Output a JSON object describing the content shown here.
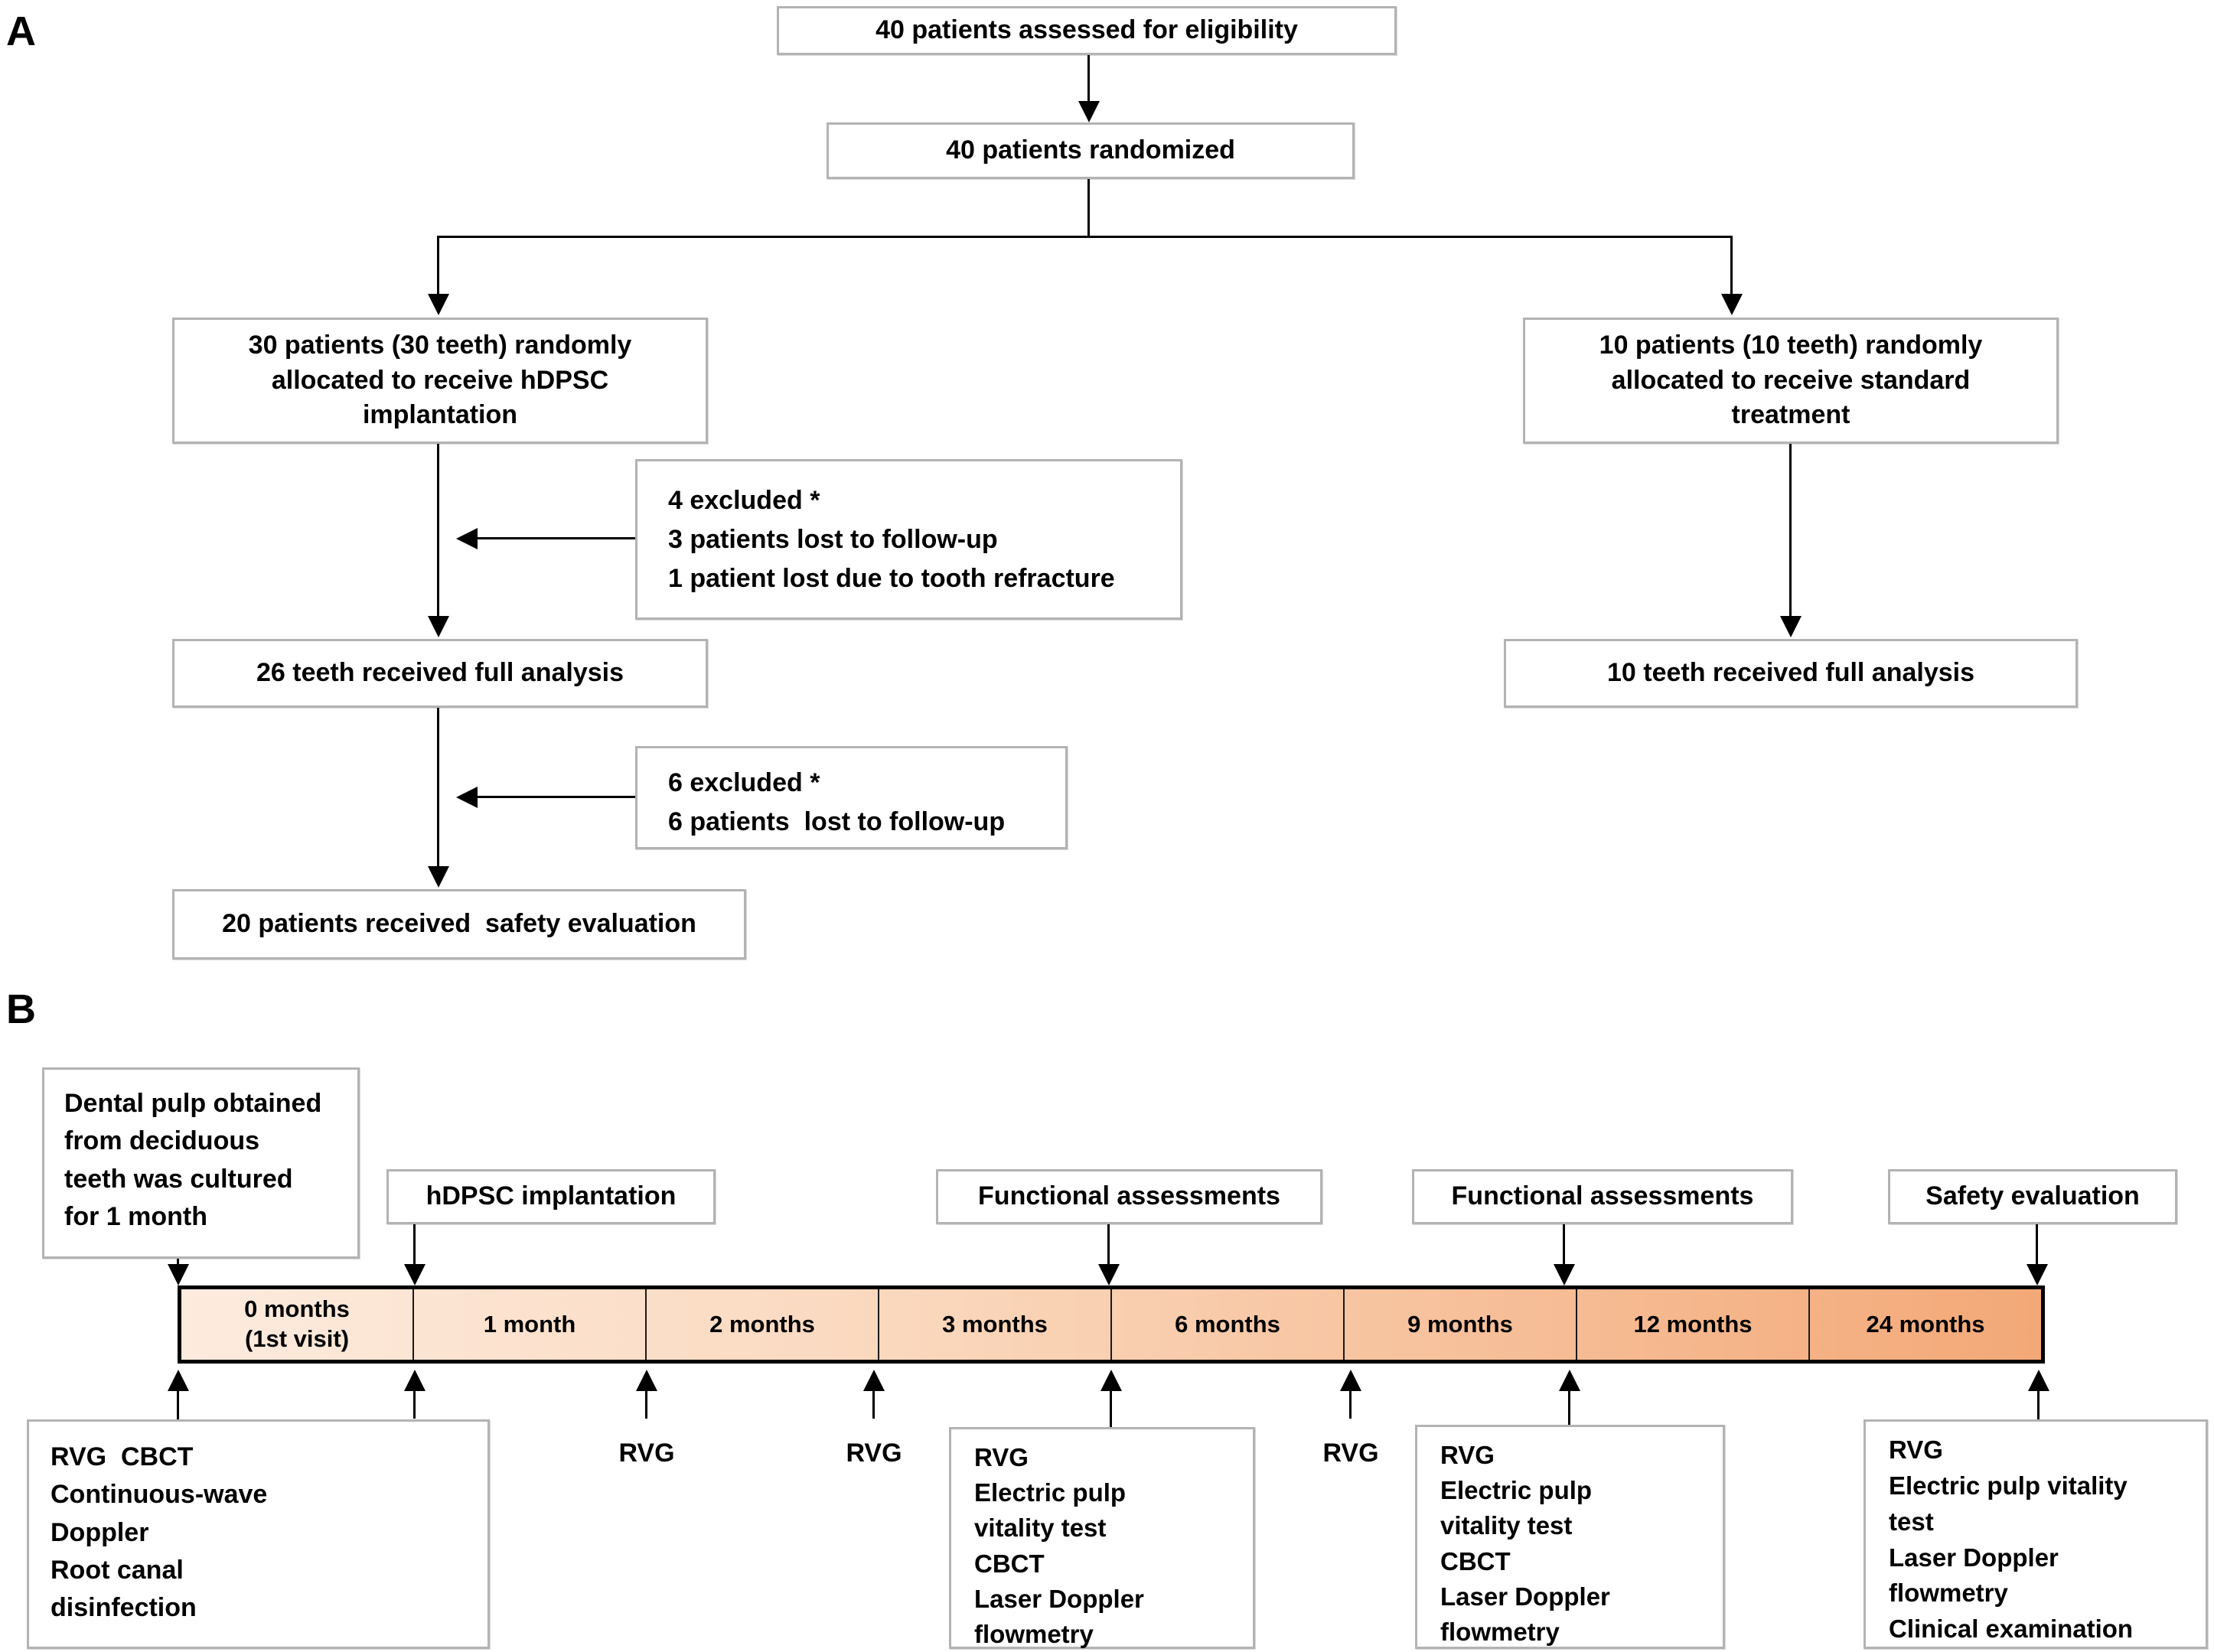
{
  "panel_a": {
    "label": "A",
    "assessed": "40 patients assessed for eligibility",
    "randomized": "40 patients randomized",
    "hdpsc_arm": "30 patients (30 teeth) randomly\nallocated to receive hDPSC\nimplantation",
    "standard_arm": "10 patients (10 teeth) randomly\nallocated to receive standard\ntreatment",
    "excluded_4": "4 excluded *\n3 patients lost to follow-up\n1 patient lost due to tooth refracture",
    "full_analysis_26": "26 teeth received full analysis",
    "excluded_6": "6 excluded *\n6 patients  lost to follow-up",
    "safety_20": "20 patients received  safety evaluation",
    "full_analysis_10": "10 teeth received full analysis"
  },
  "panel_b": {
    "label": "B",
    "dental_pulp_box": "Dental pulp obtained\nfrom deciduous\nteeth was cultured\nfor 1 month",
    "milestones": {
      "hdpsc_implantation": "hDPSC implantation",
      "functional_assessments_1": "Functional assessments",
      "functional_assessments_2": "Functional assessments",
      "safety_evaluation": "Safety evaluation"
    },
    "timeline": {
      "segments": [
        "0 months\n(1st visit)",
        "1 month",
        "2 months",
        "3 months",
        "6 months",
        "9 months",
        "12 months",
        "24 months"
      ],
      "bar_gradient_start": "#FDEBDE",
      "bar_gradient_end": "#F3A877"
    },
    "rvg_labels": [
      "RVG",
      "RVG",
      "RVG",
      "RVG"
    ],
    "assessment_boxes": {
      "baseline": "RVG  CBCT\nContinuous-wave\nDoppler\nRoot canal\ndisinfection",
      "months_3_6": "RVG\nElectric pulp\nvitality test\nCBCT\nLaser Doppler\nflowmetry",
      "months_9_12": "RVG\nElectric pulp\nvitality test\nCBCT\nLaser Doppler\nflowmetry",
      "months_24": "RVG\nElectric pulp vitality\ntest\nLaser Doppler\nflowmetry\nClinical examination"
    }
  }
}
